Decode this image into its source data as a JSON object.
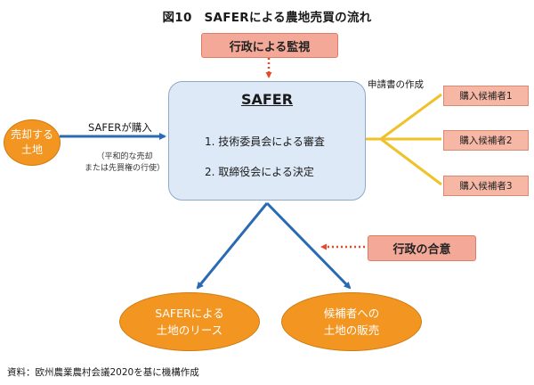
{
  "title": "図10　SAFERによる農地売買の流れ",
  "top_box": "行政による監視",
  "safer": {
    "title": "SAFER",
    "step1": "1. 技術委員会による審査",
    "step2": "2. 取締役会による決定"
  },
  "seller": {
    "line1": "売却する",
    "line2": "土地"
  },
  "purchase_label": "SAFERが購入",
  "purchase_note": {
    "line1": "（平和的な売却",
    "line2": "または先買権の行使）"
  },
  "application_label": "申請書の作成",
  "buyers": [
    "購入候補者1",
    "購入候補者2",
    "購入候補者3"
  ],
  "consent_box": "行政の合意",
  "outcomes": {
    "lease": {
      "line1": "SAFERによる",
      "line2": "土地のリース"
    },
    "sale": {
      "line1": "候補者への",
      "line2": "土地の販売"
    }
  },
  "source": "資料：欧州農業農村会議2020を基に機構作成",
  "colors": {
    "orange": "#f39521",
    "salmon": "#f4a998",
    "blue_arrow": "#2a69b4",
    "yellow_arrow": "#f0c22a",
    "red_dotted": "#e5492a",
    "safer_fill": "#dde9f7"
  }
}
